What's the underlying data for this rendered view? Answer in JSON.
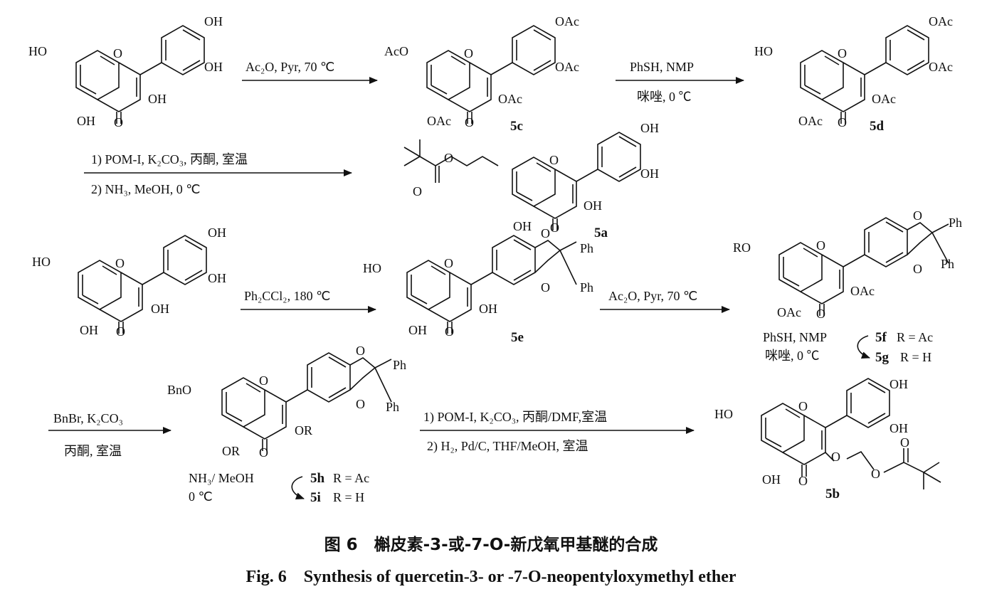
{
  "reagents": {
    "r1": "Ac₂O, Pyr, 70 ℃",
    "r2_top": "PhSH, NMP",
    "r2_bottom": "咪唑, 0 ℃",
    "r3_line1": "1)  POM-I, K₂CO₃, 丙酮, 室温",
    "r3_line2": "2)  NH₃, MeOH, 0 ℃",
    "r4": "Ph₂CCl₂, 180 ℃",
    "r5": "Ac₂O, Pyr, 70 ℃",
    "r6_line1": "PhSH, NMP",
    "r6_line2": "咪唑, 0 ℃",
    "r7_top": "BnBr, K₂CO₃",
    "r7_bottom": "丙酮, 室温",
    "r8_line1": "1) POM-I, K₂CO₃, 丙酮/DMF,室温",
    "r8_line2": "2) H₂, Pd/C, THF/MeOH, 室温",
    "r9_line1": "NH₃/ MeOH",
    "r9_line2": "0 ℃"
  },
  "compounds": {
    "c5c": "5c",
    "c5d": "5d",
    "c5a": "5a",
    "c5e": "5e",
    "c5f_id": "5f",
    "c5f_r": "R = Ac",
    "c5g_id": "5g",
    "c5g_r": "R = H",
    "c5h_id": "5h",
    "c5h_r": "R = Ac",
    "c5i_id": "5i",
    "c5i_r": "R = H",
    "c5b": "5b"
  },
  "atoms": {
    "oh": "OH",
    "ho": "HO",
    "o": "O",
    "oac": "OAc",
    "aco": "AcO",
    "ph": "Ph",
    "ro": "RO",
    "or": "OR",
    "bno": "BnO"
  },
  "caption": {
    "cn": "图 6　槲皮素-3-或-7-O-新戊氧甲基醚的合成",
    "en": "Fig. 6　Synthesis of quercetin-3- or -7-O-neopentyloxymethyl ether"
  }
}
